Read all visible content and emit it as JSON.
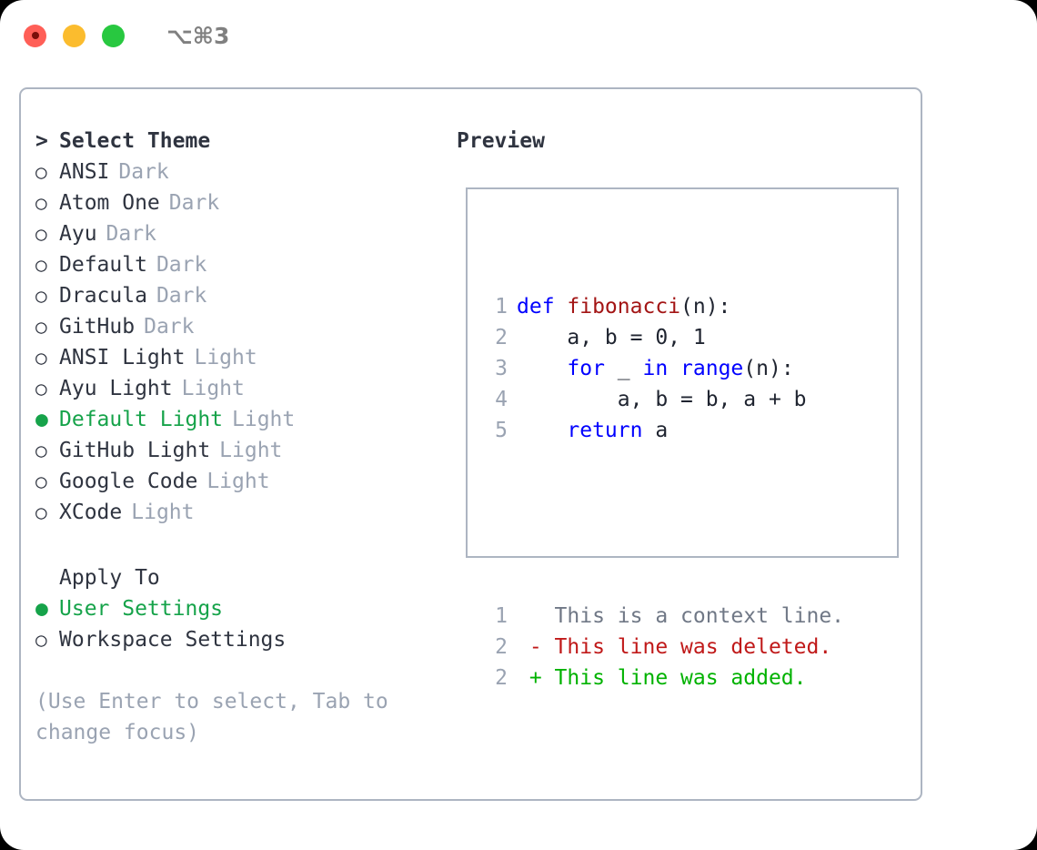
{
  "titlebar": {
    "shortcut": "⌥⌘3",
    "buttons": [
      {
        "name": "close",
        "color": "#ff5f57"
      },
      {
        "name": "minimize",
        "color": "#fbbc2e"
      },
      {
        "name": "maximize",
        "color": "#28c840"
      }
    ]
  },
  "theme_picker": {
    "header_marker": ">",
    "header": "Select Theme",
    "selected_marker": "●",
    "unselected_marker": "○",
    "items": [
      {
        "marker": "○",
        "label": "ANSI",
        "tag": "Dark",
        "selected": false
      },
      {
        "marker": "○",
        "label": "Atom One",
        "tag": "Dark",
        "selected": false
      },
      {
        "marker": "○",
        "label": "Ayu",
        "tag": "Dark",
        "selected": false
      },
      {
        "marker": "○",
        "label": "Default",
        "tag": "Dark",
        "selected": false
      },
      {
        "marker": "○",
        "label": "Dracula",
        "tag": "Dark",
        "selected": false
      },
      {
        "marker": "○",
        "label": "GitHub",
        "tag": "Dark",
        "selected": false
      },
      {
        "marker": "○",
        "label": "ANSI Light",
        "tag": "Light",
        "selected": false
      },
      {
        "marker": "○",
        "label": "Ayu Light",
        "tag": "Light",
        "selected": false
      },
      {
        "marker": "●",
        "label": "Default Light",
        "tag": "Light",
        "selected": true
      },
      {
        "marker": "○",
        "label": "GitHub Light",
        "tag": "Light",
        "selected": false
      },
      {
        "marker": "○",
        "label": "Google Code",
        "tag": "Light",
        "selected": false
      },
      {
        "marker": "○",
        "label": "XCode",
        "tag": "Light",
        "selected": false
      }
    ]
  },
  "apply_to": {
    "header": "Apply To",
    "items": [
      {
        "marker": "●",
        "label": "User Settings",
        "selected": true
      },
      {
        "marker": "○",
        "label": "Workspace Settings",
        "selected": false
      }
    ]
  },
  "hint": "(Use Enter to select, Tab to change focus)",
  "preview": {
    "title": "Preview",
    "code_lines": [
      {
        "no": "1",
        "tokens": [
          {
            "t": "def ",
            "c": "kw"
          },
          {
            "t": "fibonacci",
            "c": "fn"
          },
          {
            "t": "(n):",
            "c": "txt"
          }
        ]
      },
      {
        "no": "2",
        "tokens": [
          {
            "t": "    a, b = 0, 1",
            "c": "txt"
          }
        ]
      },
      {
        "no": "3",
        "tokens": [
          {
            "t": "    ",
            "c": "txt"
          },
          {
            "t": "for",
            "c": "kw"
          },
          {
            "t": " _ ",
            "c": "txt"
          },
          {
            "t": "in",
            "c": "kw"
          },
          {
            "t": " ",
            "c": "txt"
          },
          {
            "t": "range",
            "c": "kw"
          },
          {
            "t": "(n):",
            "c": "txt"
          }
        ]
      },
      {
        "no": "4",
        "tokens": [
          {
            "t": "        a, b = b, a + b",
            "c": "txt"
          }
        ]
      },
      {
        "no": "5",
        "tokens": [
          {
            "t": "    ",
            "c": "txt"
          },
          {
            "t": "return",
            "c": "kw"
          },
          {
            "t": " a",
            "c": "txt"
          }
        ]
      }
    ],
    "diff_lines": [
      {
        "no": "1",
        "sign": " ",
        "text": " This is a context line.",
        "kind": "ctx"
      },
      {
        "no": "2",
        "sign": "-",
        "text": " This line was deleted.",
        "kind": "del"
      },
      {
        "no": "2",
        "sign": "+",
        "text": " This line was added.",
        "kind": "add"
      }
    ]
  },
  "colors": {
    "accent_green": "#16a34a",
    "muted": "#9aa3b2",
    "text": "#2f3440",
    "border": "#adb5c2",
    "keyword_blue": "#0000ff",
    "function_red": "#a31515",
    "diff_delete": "#c01919",
    "diff_add": "#00b200"
  }
}
